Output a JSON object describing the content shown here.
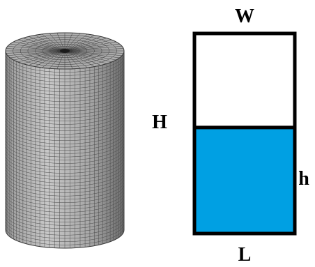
{
  "labels": {
    "width": "W",
    "height": "H",
    "fill_height": "h",
    "length": "L"
  },
  "colors": {
    "fluid": "#00a0e3",
    "mesh_light": "#b8b8b8",
    "mesh_mid": "#8a8a8a",
    "mesh_dark": "#3a3a3a",
    "outline": "#000000"
  },
  "fill_fraction": 0.53
}
